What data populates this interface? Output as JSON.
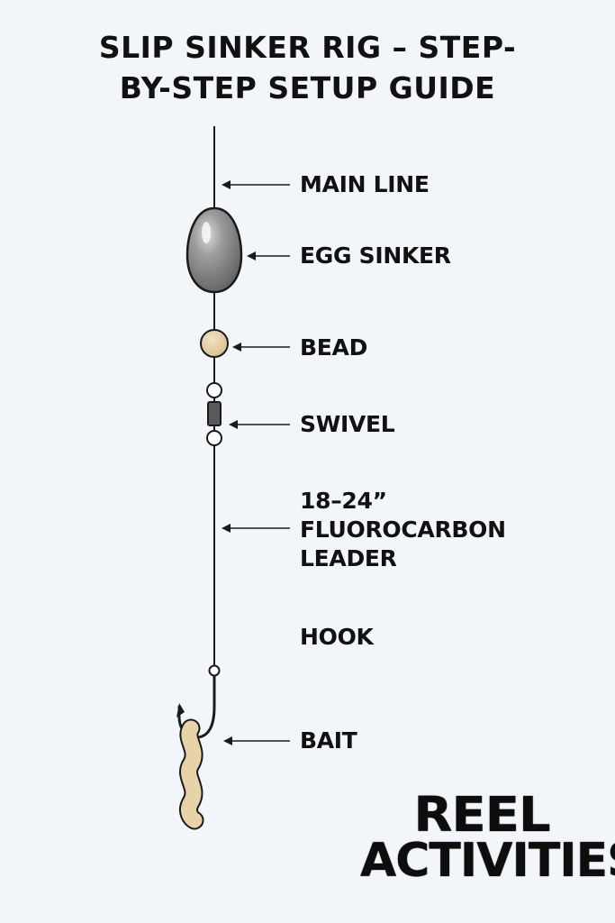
{
  "title": {
    "line1": "SLIP SINKER RIG – STEP-",
    "line2": "BY-STEP SETUP GUIDE"
  },
  "labels": {
    "main_line": "MAIN LINE",
    "egg_sinker": "EGG SINKER",
    "bead": "BEAD",
    "swivel": "SWIVEL",
    "leader_line1": "18–24”",
    "leader_line2": "FLUOROCARBON",
    "leader_line3": "LEADER",
    "hook": "HOOK",
    "bait": "BAIT"
  },
  "logo": {
    "line1": "REEL",
    "line2": "ACTIVITIES"
  },
  "colors": {
    "background": "#f2f6fa",
    "line": "#1a1a1a",
    "sinker": "#8a8a8a",
    "bead": "#e4cfa4",
    "bait": "#e8d3a8",
    "swivel_body": "#555555"
  }
}
